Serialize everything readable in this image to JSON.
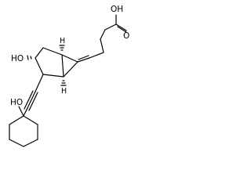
{
  "molecule": {
    "labels": {
      "acid_oh": "OH",
      "acid_o": "O",
      "ring_oh": "HO",
      "stereo_h_top": "H",
      "stereo_h_bottom": "H",
      "propargyl_oh": "HO"
    }
  }
}
